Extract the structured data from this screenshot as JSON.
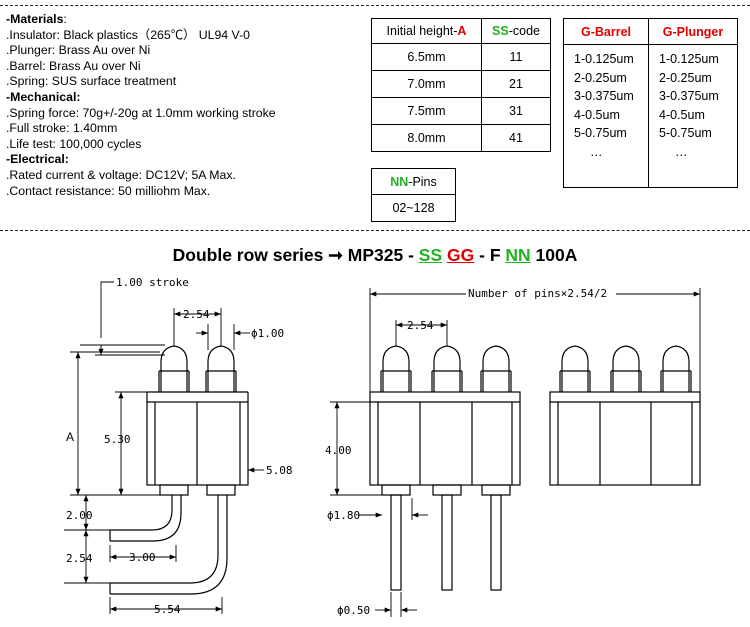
{
  "specs": {
    "materials_heading": "-Materials",
    "materials_colon": ":",
    "insulator": ".Insulator: Black plastics（265℃） UL94 V-0",
    "plunger": ".Plunger: Brass Au over Ni",
    "barrel": ".Barrel: Brass Au over Ni",
    "spring": ".Spring: SUS surface treatment",
    "mechanical_heading": "-Mechanical:",
    "spring_force": ".Spring force: 70g+/-20g at 1.0mm working stroke",
    "full_stroke": ".Full stroke: 1.40mm",
    "life_test": ".Life test: 100,000 cycles",
    "electrical_heading": "-Electrical:",
    "rated": ".Rated current & voltage: DC12V; 5A Max.",
    "contact": ".Contact resistance: 50 milliohm Max."
  },
  "height_table": {
    "header_height_prefix": "Initial height-",
    "header_height_var": "A",
    "header_code_var": "SS",
    "header_code_suffix": "-code",
    "rows": [
      {
        "height": "6.5mm",
        "code": "11"
      },
      {
        "height": "7.0mm",
        "code": "21"
      },
      {
        "height": "7.5mm",
        "code": "31"
      },
      {
        "height": "8.0mm",
        "code": "41"
      }
    ]
  },
  "pins_table": {
    "header_var": "NN",
    "header_suffix": "-Pins",
    "value": "02~128"
  },
  "plating_table": {
    "barrel_header": "G-Barrel",
    "plunger_header": "G-Plunger",
    "barrel_options": [
      "1-0.125um",
      "2-0.25um",
      "3-0.375um",
      "4-0.5um",
      "5-0.75um",
      "…"
    ],
    "plunger_options": [
      "1-0.125um",
      "2-0.25um",
      "3-0.375um",
      "4-0.5um",
      "5-0.75um",
      "…"
    ]
  },
  "part_title": {
    "lead": "Double row series ",
    "arrow": "➞",
    "model": " MP325 - ",
    "ss": "SS",
    "sp1": " ",
    "gg": "GG",
    "mid": " - F ",
    "nn": "NN",
    "tail": " 100A"
  },
  "colors": {
    "red": "#e00000",
    "green": "#22b022",
    "line": "#000000"
  },
  "drawing": {
    "stroke_label": "1.00 stroke",
    "pitch": "2.54",
    "pin_dia": "ϕ1.00",
    "height_var": "A",
    "body_height": "5.30",
    "body_depth": "5.08",
    "bend_offset": "2.00",
    "bend_pitch": "2.54",
    "bend_run": "3.00",
    "total_run": "5.54",
    "pins_length": "Number of pins×2.54/2",
    "pitch_front": "2.54",
    "body_height_front": "4.00",
    "tail_dia_front": "ϕ1.80",
    "tail_pin_dia": "ϕ0.50"
  }
}
